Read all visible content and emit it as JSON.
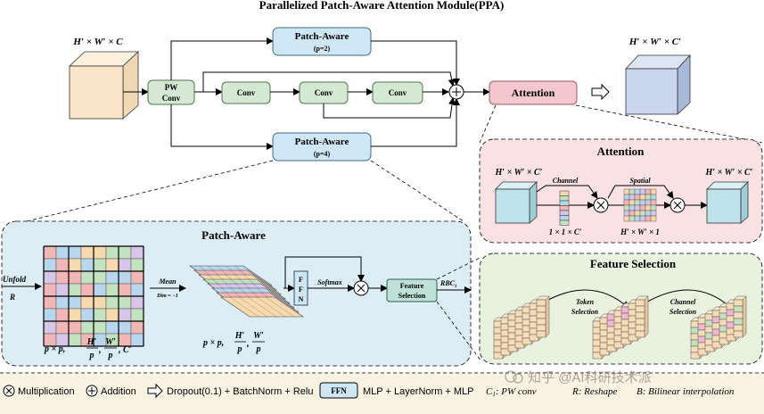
{
  "title": "Parallelized Patch-Aware Attention Module(PPA)",
  "top": {
    "input_dims": "H′ × W′ × C",
    "output_dims": "H′ × W′ × C′",
    "pw_conv": [
      "PW",
      "Conv"
    ],
    "conv": "Conv",
    "pa_top": [
      "Patch-Aware",
      "(p=2)"
    ],
    "pa_bottom": [
      "Patch-Aware",
      "(p=4)"
    ],
    "attention": "Attention"
  },
  "patch_aware": {
    "title": "Patch-Aware",
    "unfold": "Unfold",
    "unfold_r": "R",
    "grid_dims": [
      "p × p,",
      "H′",
      "p",
      ",",
      "W′",
      "p",
      ", C′"
    ],
    "mean": "Mean",
    "mean_sub": "Dim = −1",
    "stack_dims": [
      "p × p,",
      "H′",
      "p",
      ",",
      "W′",
      "p"
    ],
    "ffn": [
      "F",
      "F",
      "N"
    ],
    "softmax": "Softmax",
    "feature_selection": [
      "Feature",
      "Selection"
    ],
    "rbc": "RBC",
    "rbc_sub": "1"
  },
  "attention_panel": {
    "title": "Attention",
    "in_dims": "H′ × W′ × C′",
    "out_dims": "H′ × W′ × C′",
    "channel": "Channel",
    "spatial": "Spatial",
    "channel_dims": "1 × 1 × C′",
    "spatial_dims": "H′ × W′ × 1"
  },
  "feature_selection_panel": {
    "title": "Feature Selection",
    "token": [
      "Token",
      "Selection"
    ],
    "channel": [
      "Channel",
      "Selection"
    ]
  },
  "legend": {
    "multiplication": "Multiplication",
    "addition": "Addition",
    "arrow_desc": "Dropout(0.1) + BatchNorm + Relu",
    "ffn_label": "FFN",
    "ffn_desc": "MLP + LayerNorm + MLP",
    "c1": "C",
    "c1_sub": "1",
    "c1_desc": ": PW conv",
    "r_desc": "R: Reshape",
    "b_desc": "B: Bilinear interpolation"
  },
  "watermark": "知乎 @AI科研技术派",
  "colors": {
    "green_box": "#d5e8d4",
    "green_border": "#4a7a4a",
    "blue_box": "#cfe7f4",
    "pink_box": "#f4c7cf",
    "pa_panel": "#dcedf5",
    "att_panel": "#f9e1e4",
    "fs_panel": "#e8f2df",
    "legend_bg": "#faf3e3",
    "cube_input": "#fbe5c8",
    "cube_output": "#c9d6ee",
    "cube_attn": "#bfe3ea"
  }
}
